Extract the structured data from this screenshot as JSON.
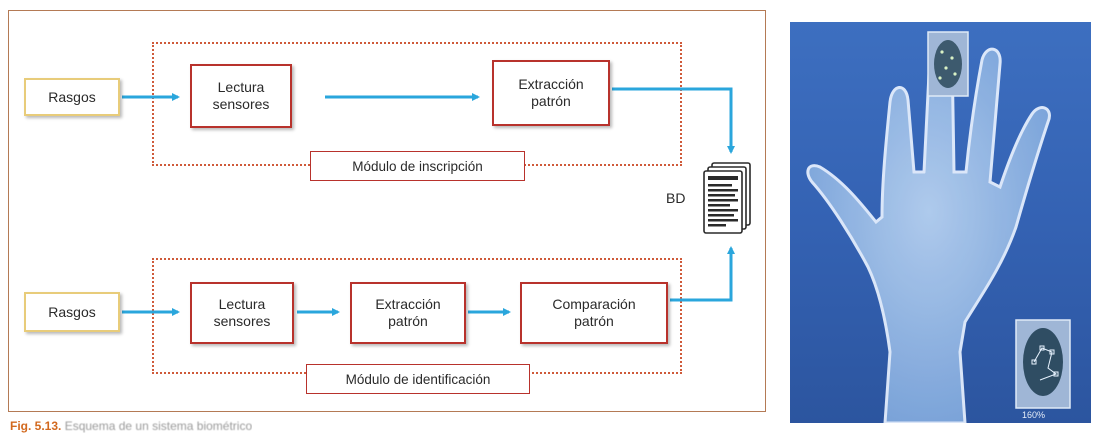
{
  "caption": {
    "number": "Fig. 5.13.",
    "text": "Esquema de un sistema biométrico"
  },
  "diagram": {
    "top": {
      "input": "Rasgos",
      "read": "Lectura\nsensores",
      "extract": "Extracción\npatrón",
      "module": "Módulo de inscripción"
    },
    "bottom": {
      "input": "Rasgos",
      "read": "Lectura\nsensores",
      "extract": "Extracción\npatrón",
      "compare": "Comparación\npatrón",
      "module": "Módulo de identificación"
    },
    "database": {
      "label": "BD",
      "icon": "document-stack-icon"
    }
  },
  "photo": {
    "zoom_label": "160%",
    "subject": "hand-scan-icon"
  },
  "colors": {
    "arrow": "#2aa6dc",
    "process_border": "#b8322c",
    "input_border": "#e8cc7a",
    "dashed": "#cf5a3a",
    "photo_bg": "#3462b3"
  }
}
